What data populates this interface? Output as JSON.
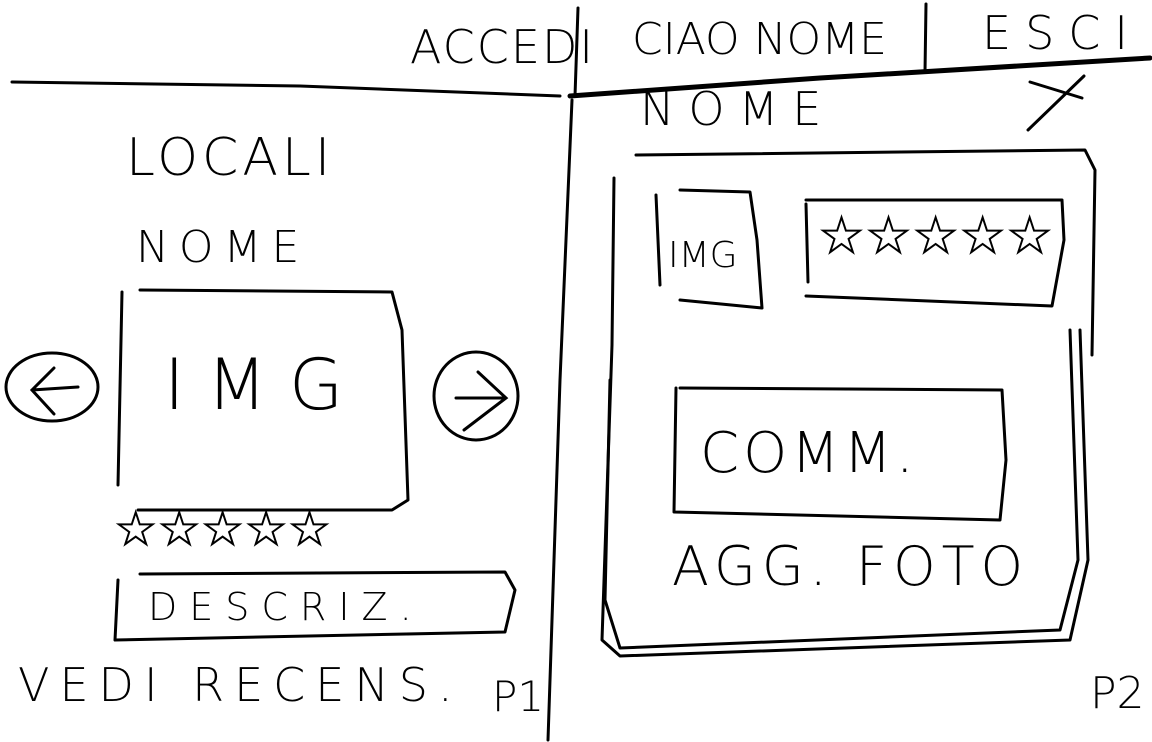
{
  "header": {
    "login": "ACCEDI",
    "username": "CIAO NOME",
    "logout": "ESCI"
  },
  "page1": {
    "title": "LOCALI",
    "name": "NOME",
    "image": "IMG",
    "prev_icon": "arrow-left-icon",
    "next_icon": "arrow-right-icon",
    "stars": "★★★★★",
    "description": "DESCRIZ.",
    "see_reviews": "VEDI RECENS.",
    "page_label": "P1"
  },
  "page2": {
    "name": "NOME",
    "close_icon": "close-icon",
    "image": "IMG",
    "stars": "★★★★★",
    "comment": "COMM.",
    "add_photo": "AGG. FOTO",
    "page_label": "P2"
  }
}
